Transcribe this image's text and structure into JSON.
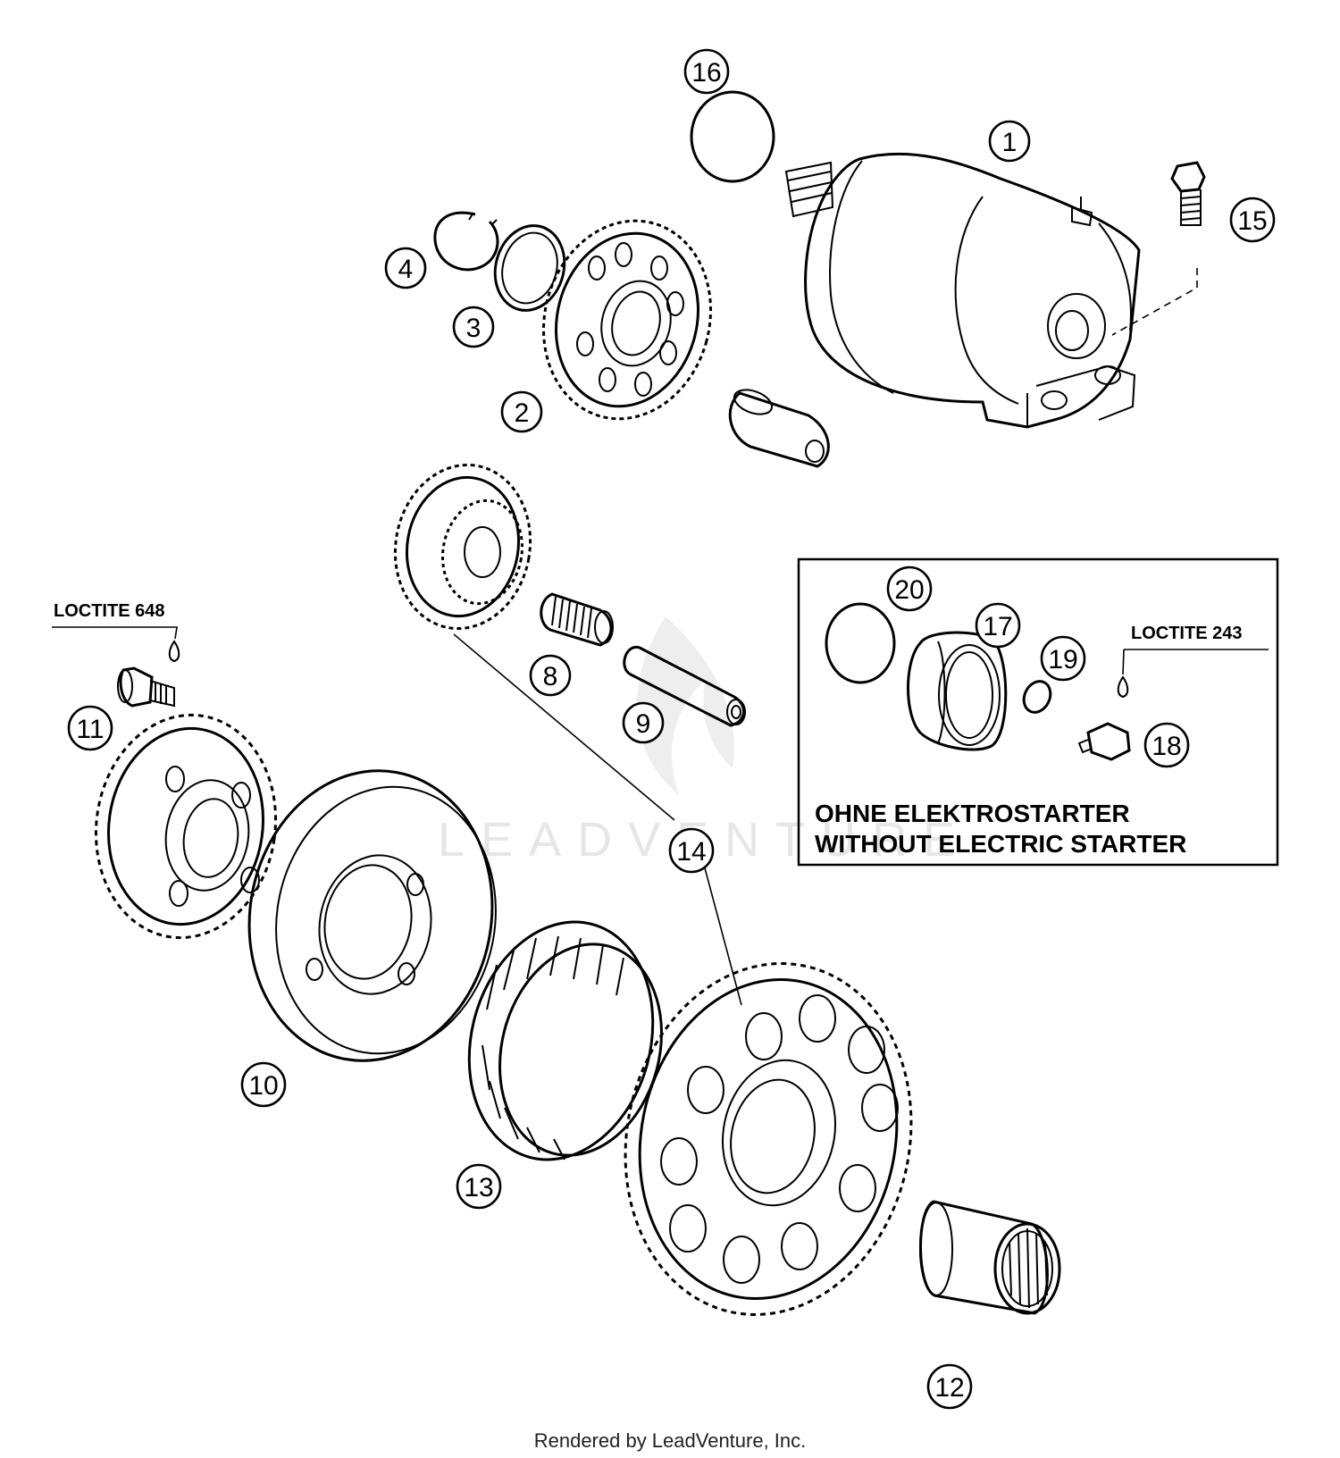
{
  "watermark": "LEADVENTURE",
  "callouts": [
    "1",
    "2",
    "3",
    "4",
    "8",
    "9",
    "10",
    "11",
    "12",
    "13",
    "14",
    "15",
    "16",
    "17",
    "18",
    "19",
    "20"
  ],
  "notes": {
    "loctite_left": "LOCTITE 648",
    "loctite_right": "LOCTITE 243"
  },
  "inset_box": {
    "line1": "OHNE ELEKTROSTARTER",
    "line2": "WITHOUT ELECTRIC STARTER"
  },
  "footer": "Rendered by LeadVenture, Inc."
}
